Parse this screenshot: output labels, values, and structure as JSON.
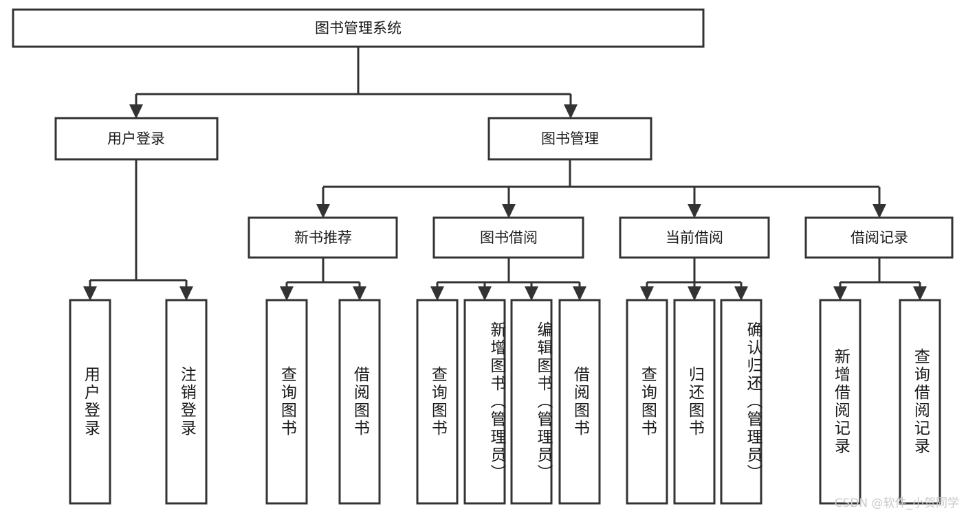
{
  "diagram": {
    "title": "图书管理系统",
    "type": "tree-hierarchy-diagram",
    "colors": {
      "stroke": "#333333",
      "fill": "#ffffff",
      "text": "#1a1a1a",
      "watermark": "#c9c9c9"
    },
    "root": {
      "label": "图书管理系统"
    },
    "level2": [
      {
        "label": "用户登录"
      },
      {
        "label": "图书管理"
      }
    ],
    "level3": [
      {
        "label": "新书推荐"
      },
      {
        "label": "图书借阅"
      },
      {
        "label": "当前借阅"
      },
      {
        "label": "借阅记录"
      }
    ],
    "leaves": [
      {
        "label": "用户登录",
        "parent": "用户登录"
      },
      {
        "label": "注销登录",
        "parent": "用户登录"
      },
      {
        "label": "查询图书",
        "parent": "新书推荐"
      },
      {
        "label": "借阅图书",
        "parent": "新书推荐"
      },
      {
        "label": "查询图书",
        "parent": "图书借阅"
      },
      {
        "label": "新增图书（管理员）",
        "parent": "图书借阅"
      },
      {
        "label": "编辑图书（管理员）",
        "parent": "图书借阅"
      },
      {
        "label": "借阅图书",
        "parent": "图书借阅"
      },
      {
        "label": "查询图书",
        "parent": "当前借阅"
      },
      {
        "label": "归还图书",
        "parent": "当前借阅"
      },
      {
        "label": "确认归还（管理员）",
        "parent": "当前借阅"
      },
      {
        "label": "新增借阅记录",
        "parent": "借阅记录"
      },
      {
        "label": "查询借阅记录",
        "parent": "借阅记录"
      }
    ]
  },
  "watermark": {
    "text": "CSDN @软件_小贺同学"
  }
}
